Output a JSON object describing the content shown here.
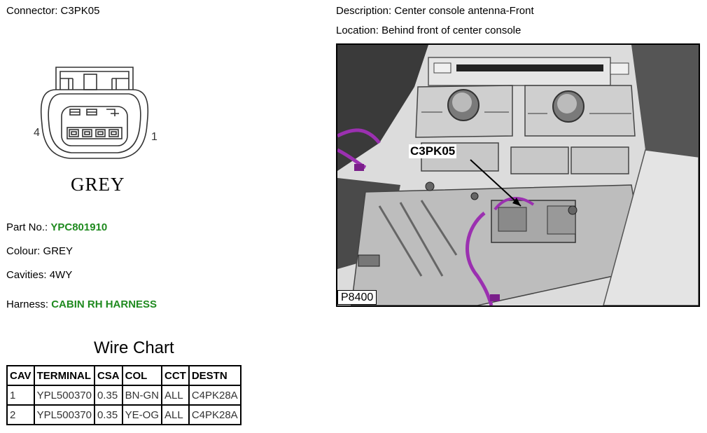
{
  "connector": {
    "label": "Connector:",
    "id": "C3PK05",
    "pin_left": "4",
    "pin_right": "1",
    "color_label": "GREY"
  },
  "description": {
    "label": "Description:",
    "value": "Center console antenna-Front"
  },
  "location": {
    "label": "Location:",
    "value": "Behind front of center console"
  },
  "part": {
    "label": "Part No.:",
    "value": "YPC801910"
  },
  "colour": {
    "label": "Colour:",
    "value": "GREY"
  },
  "cavities": {
    "label": "Cavities:",
    "value": "4WY"
  },
  "harness": {
    "label": "Harness:",
    "value": "CABIN RH HARNESS"
  },
  "figure": {
    "callout": "C3PK05",
    "id": "P8400"
  },
  "wire_chart": {
    "title": "Wire Chart",
    "headers": [
      "CAV",
      "TERMINAL",
      "CSA",
      "COL",
      "CCT",
      "DESTN"
    ],
    "rows": [
      [
        "1",
        "YPL500370",
        "0.35",
        "BN-GN",
        "ALL",
        "C4PK28A"
      ],
      [
        "2",
        "YPL500370",
        "0.35",
        "YE-OG",
        "ALL",
        "C4PK28A"
      ]
    ]
  },
  "colors": {
    "highlight_text": "#1f8a1f",
    "wire": "#9b30b0"
  }
}
